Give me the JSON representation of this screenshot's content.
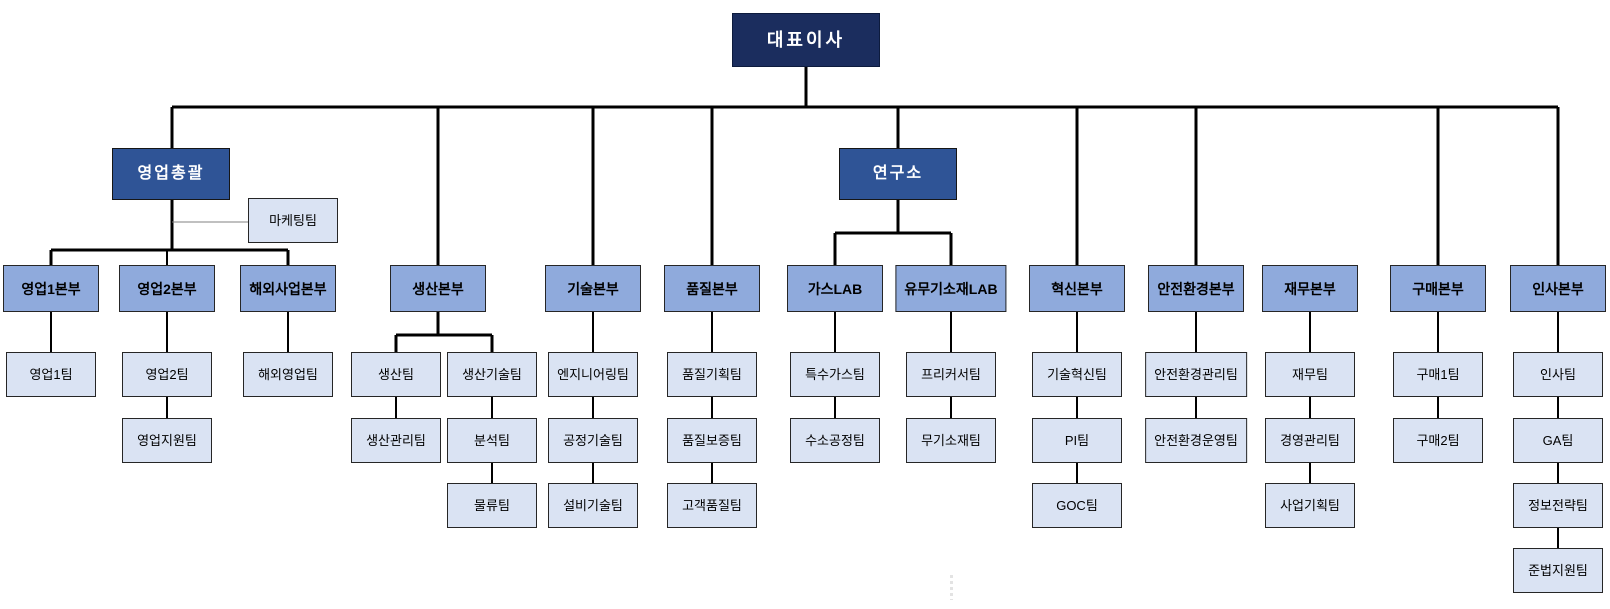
{
  "diagram_type": "organization-chart",
  "root": {
    "label": "대표이사"
  },
  "groups": [
    {
      "label": "영업총괄",
      "parent": "대표이사",
      "side_team": {
        "label": "마케팅팀"
      }
    },
    {
      "label": "연구소",
      "parent": "대표이사"
    }
  ],
  "columns": [
    {
      "division": "영업1본부",
      "parent": "영업총괄",
      "teams": [
        "영업1팀"
      ]
    },
    {
      "division": "영업2본부",
      "parent": "영업총괄",
      "teams": [
        "영업2팀",
        "영업지원팀"
      ]
    },
    {
      "division": "해외사업본부",
      "parent": "영업총괄",
      "teams": [
        "해외영업팀"
      ]
    },
    {
      "division": "생산본부",
      "parent": "대표이사",
      "subcolumns": [
        [
          "생산팀",
          "생산관리팀"
        ],
        [
          "생산기술팀",
          "분석팀",
          "물류팀"
        ]
      ]
    },
    {
      "division": "기술본부",
      "parent": "대표이사",
      "teams": [
        "엔지니어링팀",
        "공정기술팀",
        "설비기술팀"
      ]
    },
    {
      "division": "품질본부",
      "parent": "대표이사",
      "teams": [
        "품질기획팀",
        "품질보증팀",
        "고객품질팀"
      ]
    },
    {
      "division": "가스LAB",
      "parent": "연구소",
      "teams": [
        "특수가스팀",
        "수소공정팀"
      ]
    },
    {
      "division": "유무기소재LAB",
      "parent": "연구소",
      "teams": [
        "프리커서팀",
        "무기소재팀"
      ]
    },
    {
      "division": "혁신본부",
      "parent": "대표이사",
      "teams": [
        "기술혁신팀",
        "PI팀",
        "GOC팀"
      ]
    },
    {
      "division": "안전환경본부",
      "parent": "대표이사",
      "teams": [
        "안전환경관리팀",
        "안전환경운영팀"
      ]
    },
    {
      "division": "재무본부",
      "parent": "대표이사",
      "teams": [
        "재무팀",
        "경영관리팀",
        "사업기획팀"
      ]
    },
    {
      "division": "구매본부",
      "parent": "대표이사",
      "teams": [
        "구매1팀",
        "구매2팀"
      ]
    },
    {
      "division": "인사본부",
      "parent": "대표이사",
      "teams": [
        "인사팀",
        "GA팀",
        "정보전략팀",
        "준법지원팀"
      ]
    }
  ],
  "colors": {
    "root_fill": "#1B2D5E",
    "root_text": "#FFFFFF",
    "group_fill": "#2F5496",
    "group_text": "#FFFFFF",
    "division_fill": "#8FAADC",
    "division_text": "#000000",
    "team_fill": "#DAE3F3",
    "team_text": "#000000",
    "box_border": "#262626",
    "connector": "#000000",
    "side_connector": "#808080"
  }
}
